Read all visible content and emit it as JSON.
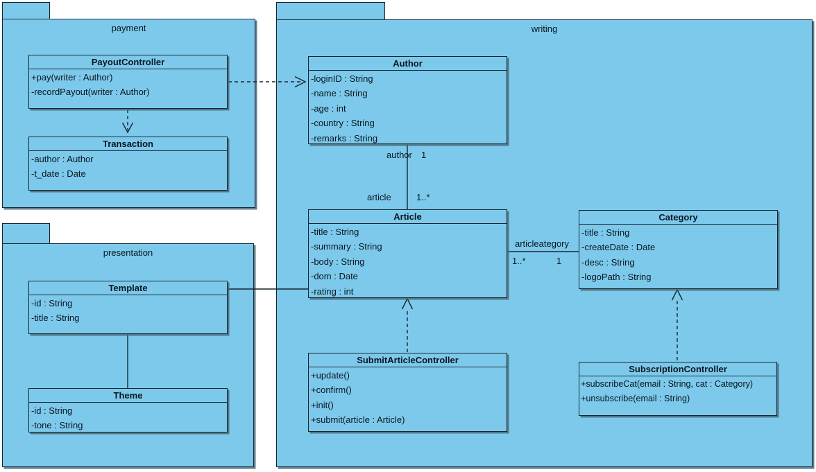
{
  "diagram": {
    "kind": "uml-class-diagram"
  },
  "colors": {
    "package_fill": "#7cc9ec",
    "border": "#17262e",
    "shadow": "#4a6878",
    "background": "#ffffff"
  },
  "packages": {
    "payment": {
      "name": "payment"
    },
    "presentation": {
      "name": "presentation"
    },
    "writing": {
      "name": "writing"
    }
  },
  "classes": {
    "payout_controller": {
      "name": "PayoutController",
      "members": [
        "+pay(writer : Author)",
        "-recordPayout(writer : Author)"
      ]
    },
    "transaction": {
      "name": "Transaction",
      "members": [
        "-author : Author",
        "-t_date : Date"
      ]
    },
    "template": {
      "name": "Template",
      "members": [
        "-id : String",
        "-title : String"
      ]
    },
    "theme": {
      "name": "Theme",
      "members": [
        "-id : String",
        "-tone : String"
      ]
    },
    "author": {
      "name": "Author",
      "members": [
        "-loginID : String",
        "-name : String",
        "-age : int",
        "-country : String",
        "-remarks : String"
      ]
    },
    "article": {
      "name": "Article",
      "members": [
        "-title : String",
        "-summary : String",
        "-body : String",
        "-dom : Date",
        "-rating : int"
      ]
    },
    "category": {
      "name": "Category",
      "members": [
        "-title : String",
        "-createDate : Date",
        "-desc : String",
        "-logoPath : String"
      ]
    },
    "submit_article_controller": {
      "name": "SubmitArticleController",
      "members": [
        "+update()",
        "+confirm()",
        "+init()",
        "+submit(article : Article)"
      ]
    },
    "subscription_controller": {
      "name": "SubscriptionController",
      "members": [
        "+subscribeCat(email : String, cat : Category)",
        "+unsubscribe(email : String)"
      ]
    }
  },
  "associations": {
    "author_article": {
      "role_author": "author",
      "mult_author": "1",
      "role_article": "article",
      "mult_article": "1..*"
    },
    "article_category": {
      "name": "articleategory",
      "mult_article": "1..*",
      "mult_category": "1"
    }
  }
}
